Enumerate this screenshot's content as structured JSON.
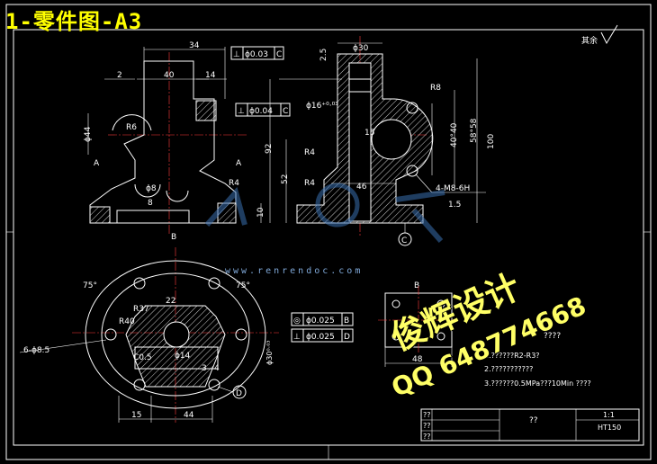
{
  "drawing_title": "1-零件图-A3",
  "roughness": {
    "label": "其余"
  },
  "front_view": {
    "dims": {
      "d34": "34",
      "d40": "40",
      "d2": "2",
      "d14": "14",
      "phi44": "ϕ44",
      "r6": "R6",
      "r4": "R4",
      "d8": "8",
      "d10": "10",
      "phi8": "ϕ8",
      "section_a": "A"
    },
    "gdt_perp": {
      "sym": "⊥",
      "val": "ϕ0.03",
      "ref": "C"
    }
  },
  "section_view": {
    "dims": {
      "phi30": "ϕ30",
      "d25": "2.5",
      "phi16": "ϕ16⁺⁰·⁰³",
      "d15": "15",
      "r8": "R8",
      "r4": "R4",
      "d92": "92",
      "d52": "52",
      "d46": "46",
      "d40_40": "40°40",
      "d58_58": "58°58",
      "d100": "100",
      "thread": "4-M8-6H",
      "d15_small": "1.5",
      "datum_c": "C",
      "section_b": "B"
    },
    "gdt_perp": {
      "sym": "⊥",
      "val": "ϕ0.04",
      "ref": "C"
    }
  },
  "bottom_view": {
    "dims": {
      "d75_left": "75°",
      "d75_right": "75°",
      "d22": "22",
      "r37": "R37",
      "r40": "R40",
      "phi14": "ϕ14",
      "holes": "6-ϕ8.5",
      "d15": "15",
      "d44": "44",
      "c05": "C0.5",
      "phi30": "ϕ30⁰·⁰³",
      "datum_d": "D",
      "d3": "3",
      "d4": "4"
    },
    "gdt_conc": {
      "sym": "◎",
      "val": "ϕ0.025",
      "ref": "B"
    },
    "gdt_perp": {
      "sym": "⊥",
      "val": "ϕ0.025",
      "ref": "D"
    }
  },
  "b_view": {
    "label": "B",
    "dim48": "48"
  },
  "notes": {
    "heading": "????",
    "items": [
      "1.??????R2-R3?",
      "2.???????????",
      "3.??????0.5MPa???10Min ????"
    ]
  },
  "title_block": {
    "cell_a": "??",
    "cell_b": "??",
    "cell_c": "??",
    "name": "??",
    "scale": "1:1",
    "material": "HT150"
  },
  "watermarks": {
    "site": "www.renrendoc.com",
    "design": "俊辉设计",
    "qq": "QQ 648774668"
  }
}
